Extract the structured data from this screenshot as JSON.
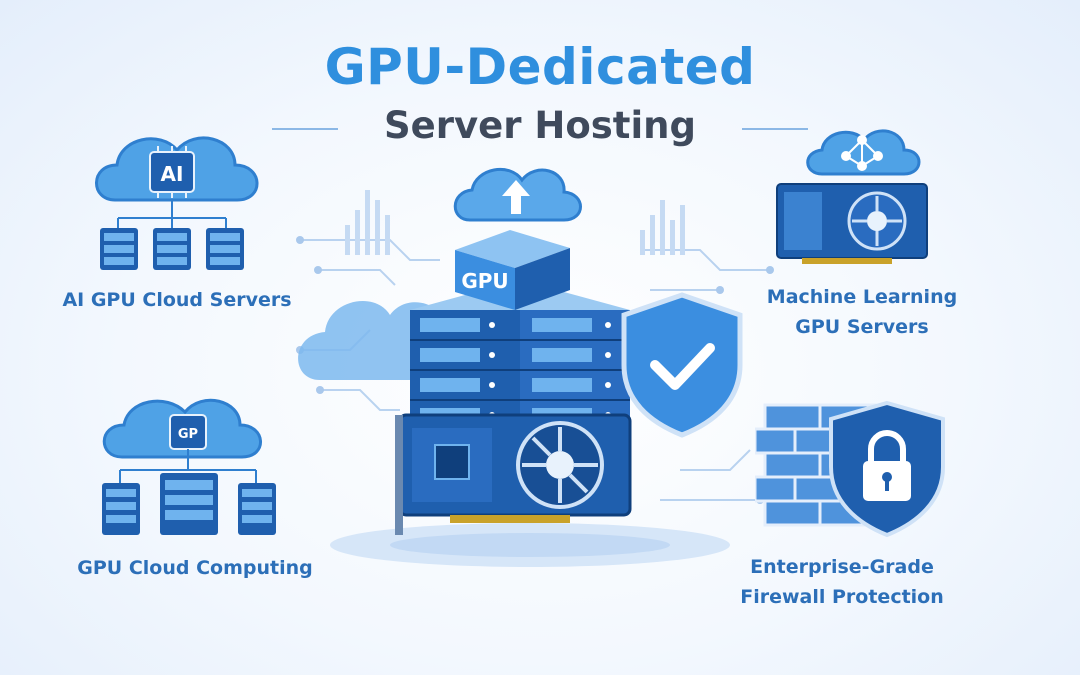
{
  "header": {
    "title_line1": "GPU-Dedicated",
    "title_line2": "Server Hosting"
  },
  "features": {
    "ai_cloud": {
      "label": "AI GPU Cloud Servers",
      "chip_text": "AI"
    },
    "ml_servers": {
      "label_line1": "Machine Learning",
      "label_line2": "GPU Servers"
    },
    "cloud_computing": {
      "label": "GPU Cloud Computing",
      "chip_text": "GP"
    },
    "firewall": {
      "label_line1": "Enterprise-Grade",
      "label_line2": "Firewall Protection"
    }
  },
  "center": {
    "cube_text": "GPU"
  },
  "colors": {
    "primary_blue": "#2f8fde",
    "dark_blue": "#1f5fae",
    "title_gray": "#3f4a5c",
    "label_blue": "#2c6fb8"
  },
  "icons": [
    "cloud-icon",
    "ai-chip-icon",
    "server-rack-icon",
    "gpu-card-icon",
    "neural-network-icon",
    "shield-check-icon",
    "firewall-brick-icon",
    "padlock-icon",
    "upload-arrow-icon"
  ]
}
